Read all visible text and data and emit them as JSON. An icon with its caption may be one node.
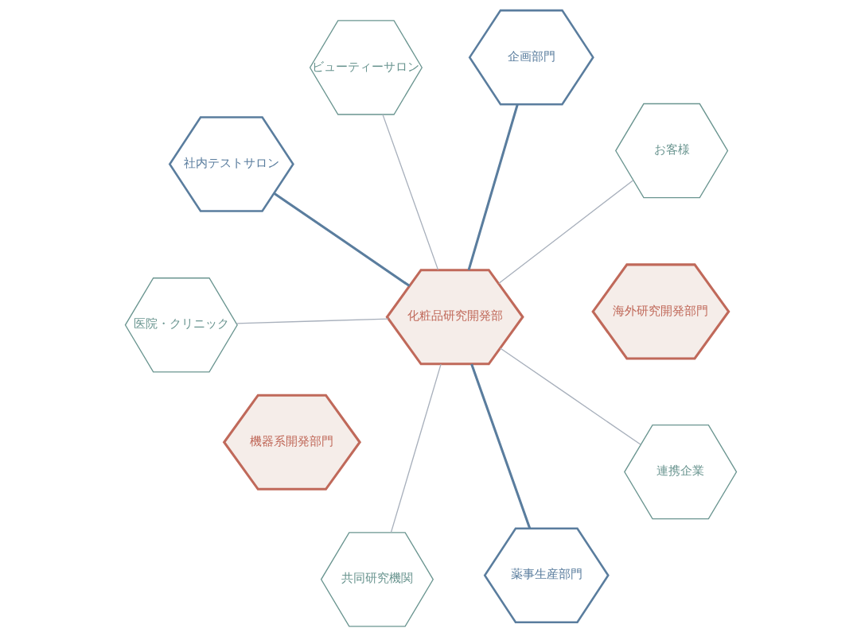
{
  "diagram": {
    "nodes": [
      {
        "text": [
          "化粧品研究開発部"
        ]
      },
      {
        "text": [
          "ビューティーサロン"
        ]
      },
      {
        "text": [
          "社内テストサロン"
        ]
      },
      {
        "text": [
          "企画部門"
        ]
      },
      {
        "text": [
          "医院・クリニック"
        ]
      },
      {
        "text": [
          "お客様"
        ]
      },
      {
        "text": [
          "機器系開発部門"
        ]
      },
      {
        "text": [
          "海外研究開発部門"
        ]
      },
      {
        "text": [
          "薬事生産部門"
        ]
      },
      {
        "text": [
          "共同研究機関"
        ]
      },
      {
        "text": [
          "連携企業"
        ]
      }
    ],
    "edges": [
      {
        "from": 0,
        "to": 1,
        "arrow": "none"
      },
      {
        "from": 0,
        "to": 2,
        "arrow": "none",
        "style": "thick",
        "color": "#5a7d9e"
      },
      {
        "from": 0,
        "to": 3,
        "arrow": "none",
        "style": "thick",
        "color": "#5a7d9e"
      },
      {
        "from": 0,
        "to": 4,
        "arrow": "none"
      },
      {
        "from": 0,
        "to": 5,
        "arrow": "none"
      },
      {
        "from": 0,
        "to": 8,
        "arrow": "none",
        "style": "thick",
        "color": "#5a7d9e"
      },
      {
        "from": 0,
        "to": 9,
        "arrow": "none"
      },
      {
        "from": 0,
        "to": 10,
        "arrow": "none"
      }
    ]
  }
}
